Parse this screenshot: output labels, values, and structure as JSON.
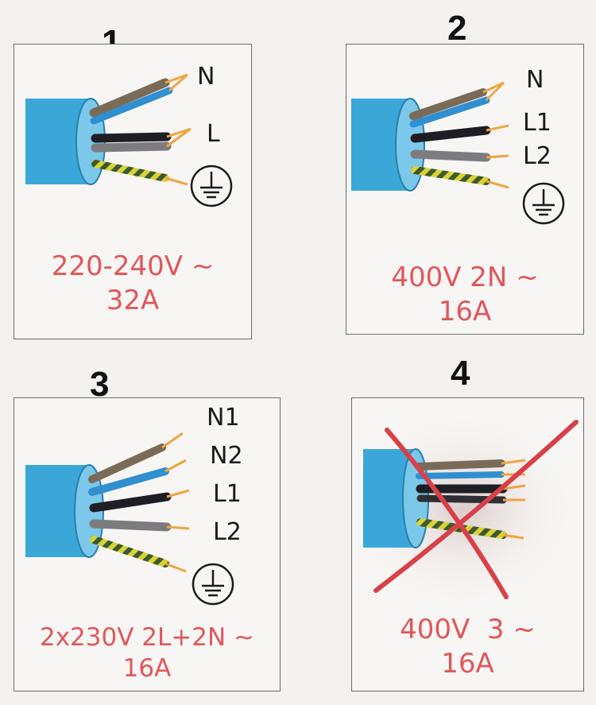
{
  "panels": [
    {
      "number": "1",
      "labels": [
        "N",
        "L"
      ],
      "spec_line1": "220-240V ~",
      "spec_line2": "32A"
    },
    {
      "number": "2",
      "labels": [
        "N",
        "L1",
        "L2"
      ],
      "spec_line1": "400V 2N ~",
      "spec_line2": "16A"
    },
    {
      "number": "3",
      "labels": [
        "N1",
        "N2",
        "L1",
        "L2"
      ],
      "spec_line1": "2x230V 2L+2N ~",
      "spec_line2": "16A"
    },
    {
      "number": "4",
      "labels": [],
      "spec_line1": "400V  3 ~",
      "spec_line2": "16A"
    }
  ],
  "colors": {
    "cable": "#3aa7d8",
    "brown": "#7a6a58",
    "blue": "#2f8fd0",
    "black": "#1e1e24",
    "grey": "#7c7c80",
    "earth_yellow": "#d9d23a",
    "earth_green": "#3d5a2a",
    "copper": "#f0a442",
    "spec_text": "#e0575a",
    "cross": "#d84048"
  }
}
